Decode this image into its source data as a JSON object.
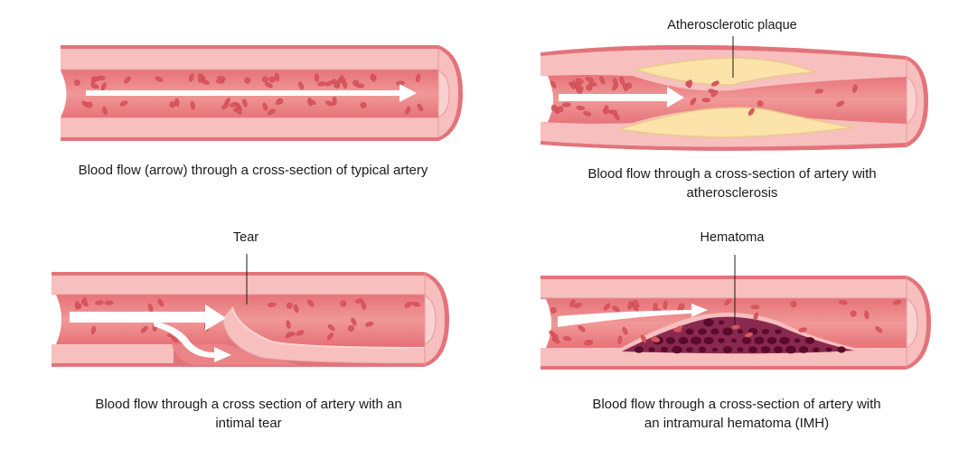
{
  "figure": {
    "panels": [
      {
        "id": "typical",
        "caption": "Blood flow (arrow) through a cross-section of typical artery",
        "label": ""
      },
      {
        "id": "atherosclerosis",
        "caption": "Blood flow through a cross-section of artery with\natherosclerosis",
        "label": "Atherosclerotic plaque"
      },
      {
        "id": "tear",
        "caption": "Blood flow through a cross section of artery with an\nintimal tear",
        "label": "Tear"
      },
      {
        "id": "hematoma",
        "caption": "Blood flow through a cross-section of artery with\nan intramural hematoma (IMH)",
        "label": "Hematoma"
      }
    ],
    "colors": {
      "outer_band": "#e3737a",
      "wall": "#f7bfbd",
      "wall_line": "#e69a9c",
      "lumen": "#ea8487",
      "lumen_light": "#f19b9a",
      "cell": "#d9575f",
      "arrow": "#ffffff",
      "plaque_fill": "#fbe3a9",
      "plaque_edge": "#e8c98c",
      "hematoma_fill": "#8a2950",
      "hematoma_cell": "#5a0a2c",
      "leader_line": "#1a1a1a"
    }
  }
}
